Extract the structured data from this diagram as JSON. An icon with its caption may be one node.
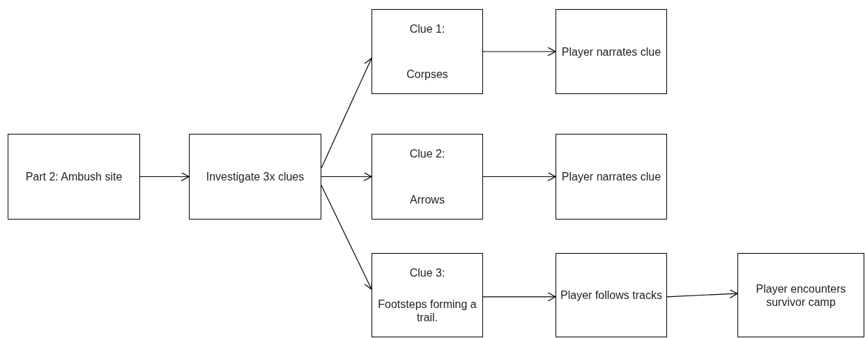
{
  "diagram": {
    "nodes": [
      {
        "text": [
          "Part 2: Ambush site"
        ]
      },
      {
        "text": [
          "Investigate 3x clues"
        ]
      },
      {
        "text": [
          "Clue 1:",
          "Corpses"
        ]
      },
      {
        "text": [
          "Player narrates clue"
        ]
      },
      {
        "text": [
          "Clue 2:",
          "Arrows"
        ]
      },
      {
        "text": [
          "Player narrates clue"
        ]
      },
      {
        "text": [
          "Clue 3:",
          "Footsteps forming a trail."
        ]
      },
      {
        "text": [
          "Player follows tracks"
        ]
      },
      {
        "text": [
          "Player encounters survivor camp"
        ]
      }
    ],
    "edges": [
      {
        "from": 0,
        "to": 1,
        "arrow": "to"
      },
      {
        "from": 1,
        "to": 2,
        "arrow": "to"
      },
      {
        "from": 1,
        "to": 4,
        "arrow": "to"
      },
      {
        "from": 1,
        "to": 6,
        "arrow": "to"
      },
      {
        "from": 2,
        "to": 3,
        "arrow": "to"
      },
      {
        "from": 4,
        "to": 5,
        "arrow": "to"
      },
      {
        "from": 6,
        "to": 7,
        "arrow": "to"
      },
      {
        "from": 7,
        "to": 8,
        "arrow": "to"
      }
    ]
  }
}
